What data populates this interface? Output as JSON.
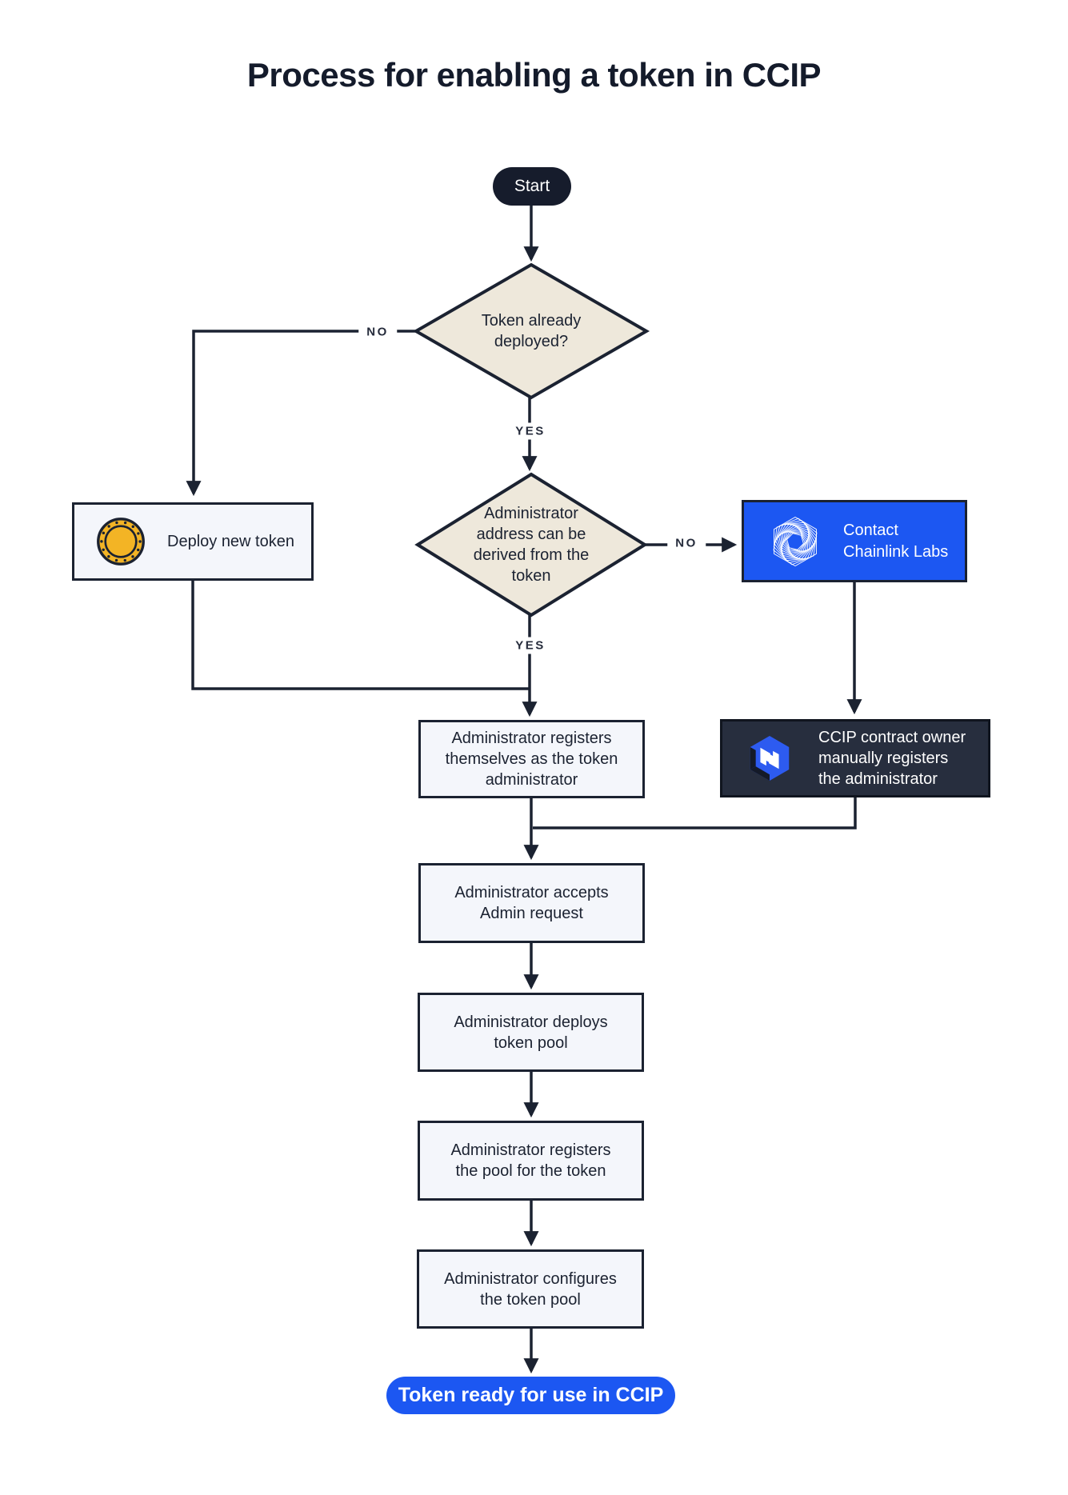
{
  "title": "Process for enabling a token in CCIP",
  "nodes": {
    "start": "Start",
    "token_deployed_q": "Token already\ndeployed?",
    "deploy_new_token": "Deploy new token",
    "admin_address_q": "Administrator\naddress can be\nderived from the\ntoken",
    "contact_chainlink": "Contact\nChainlink Labs",
    "admin_registers_self": "Administrator registers\nthemselves as the token\nadministrator",
    "ccip_owner_registers": "CCIP contract owner\nmanually registers\nthe administrator",
    "admin_accepts": "Administrator accepts\nAdmin request",
    "admin_deploys_pool": "Administrator deploys\ntoken pool",
    "admin_registers_pool": "Administrator registers\nthe pool for the token",
    "admin_configures_pool": "Administrator configures\nthe token pool",
    "token_ready": "Token ready for use in CCIP"
  },
  "edge_labels": {
    "no_token_deployed": "NO",
    "yes_token_deployed": "YES",
    "no_admin_address": "NO",
    "yes_admin_address": "YES"
  },
  "icons": {
    "deploy_new_token": "coin-icon",
    "contact_chainlink": "chainlink-labs-icon",
    "ccip_owner_registers": "ccip-icon"
  },
  "colors": {
    "ink": "#1B2231",
    "diamond_fill": "#EEE8DB",
    "process_fill": "#F4F6FB",
    "accent_blue": "#1C57F2",
    "dark_panel": "#272E3E",
    "coin_gold": "#F3B425"
  }
}
